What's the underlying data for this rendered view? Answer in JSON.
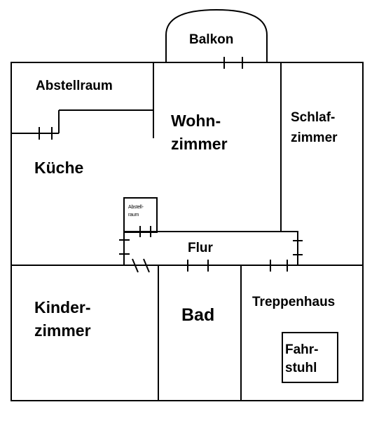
{
  "plan": {
    "line_color": "#000000",
    "background": "#ffffff",
    "rooms": {
      "balkon": "Balkon",
      "abstellraum": "Abstellraum",
      "wohnzimmer_1": "Wohn-",
      "wohnzimmer_2": "zimmer",
      "schlafzimmer_1": "Schlaf-",
      "schlafzimmer_2": "zimmer",
      "kueche": "Küche",
      "abstellraum_small_1": "Abstell-",
      "abstellraum_small_2": "raum",
      "flur": "Flur",
      "kinderzimmer_1": "Kinder-",
      "kinderzimmer_2": "zimmer",
      "bad": "Bad",
      "treppenhaus": "Treppenhaus",
      "fahrstuhl_1": "Fahr-",
      "fahrstuhl_2": "stuhl"
    }
  }
}
